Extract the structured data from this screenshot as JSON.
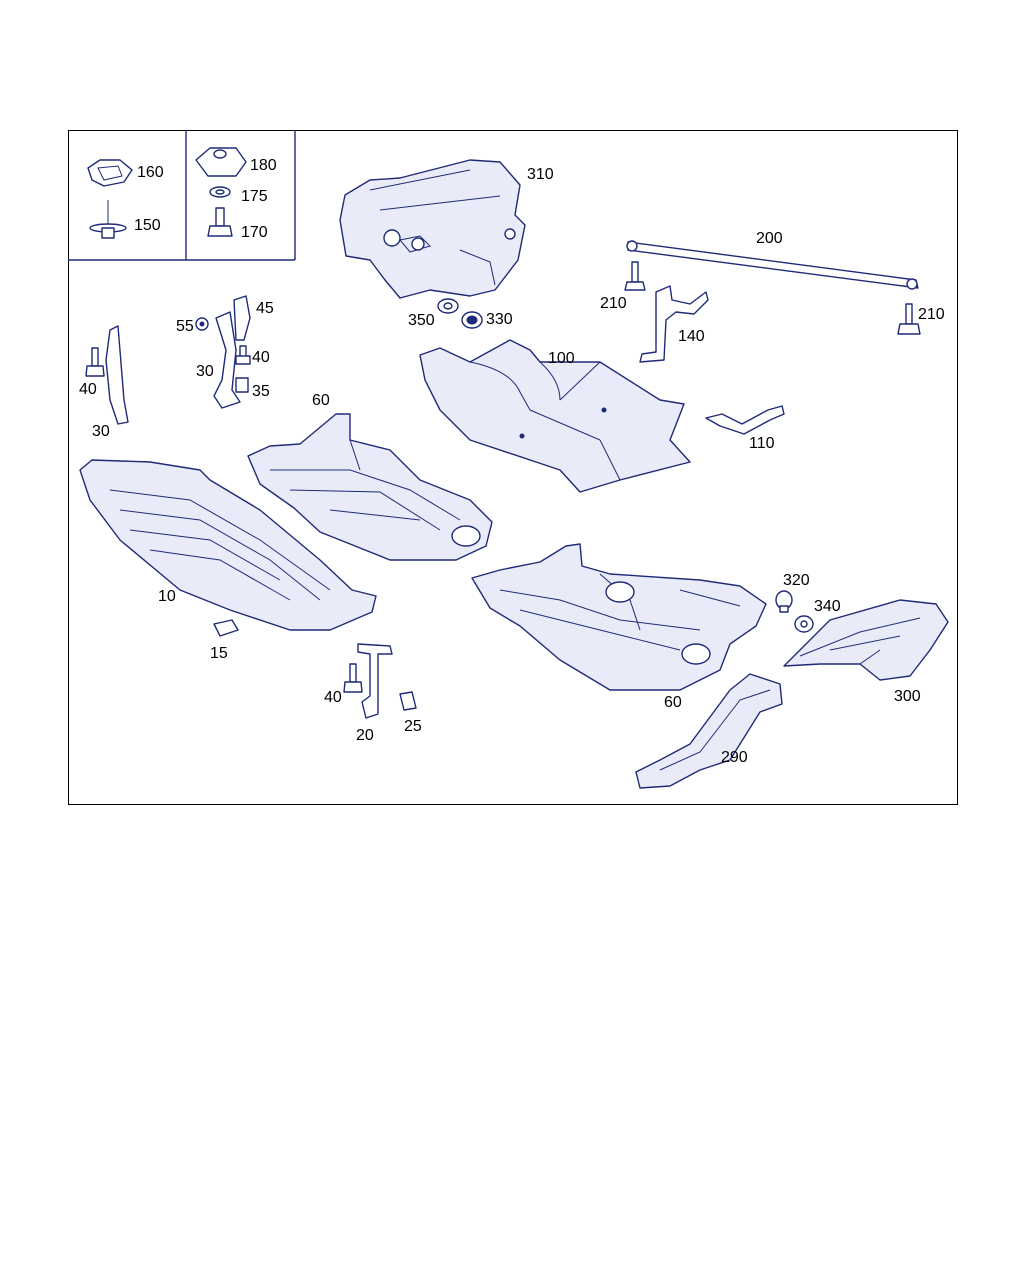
{
  "callouts": {
    "c160": "160",
    "c150": "150",
    "c180": "180",
    "c175": "175",
    "c170": "170",
    "c310": "310",
    "c200": "200",
    "c210a": "210",
    "c140": "140",
    "c210b": "210",
    "c350": "350",
    "c330": "330",
    "c100": "100",
    "c110": "110",
    "c55": "55",
    "c45": "45",
    "c40a": "40",
    "c30a": "30",
    "c35": "35",
    "c40b": "40",
    "c30b": "30",
    "c60a": "60",
    "c10": "10",
    "c15": "15",
    "c40c": "40",
    "c20": "20",
    "c25": "25",
    "c60b": "60",
    "c320": "320",
    "c340": "340",
    "c300": "300",
    "c290": "290"
  },
  "colors": {
    "line": "#1f2a78",
    "frame": "#000000",
    "fill": "#e9ecf8"
  }
}
